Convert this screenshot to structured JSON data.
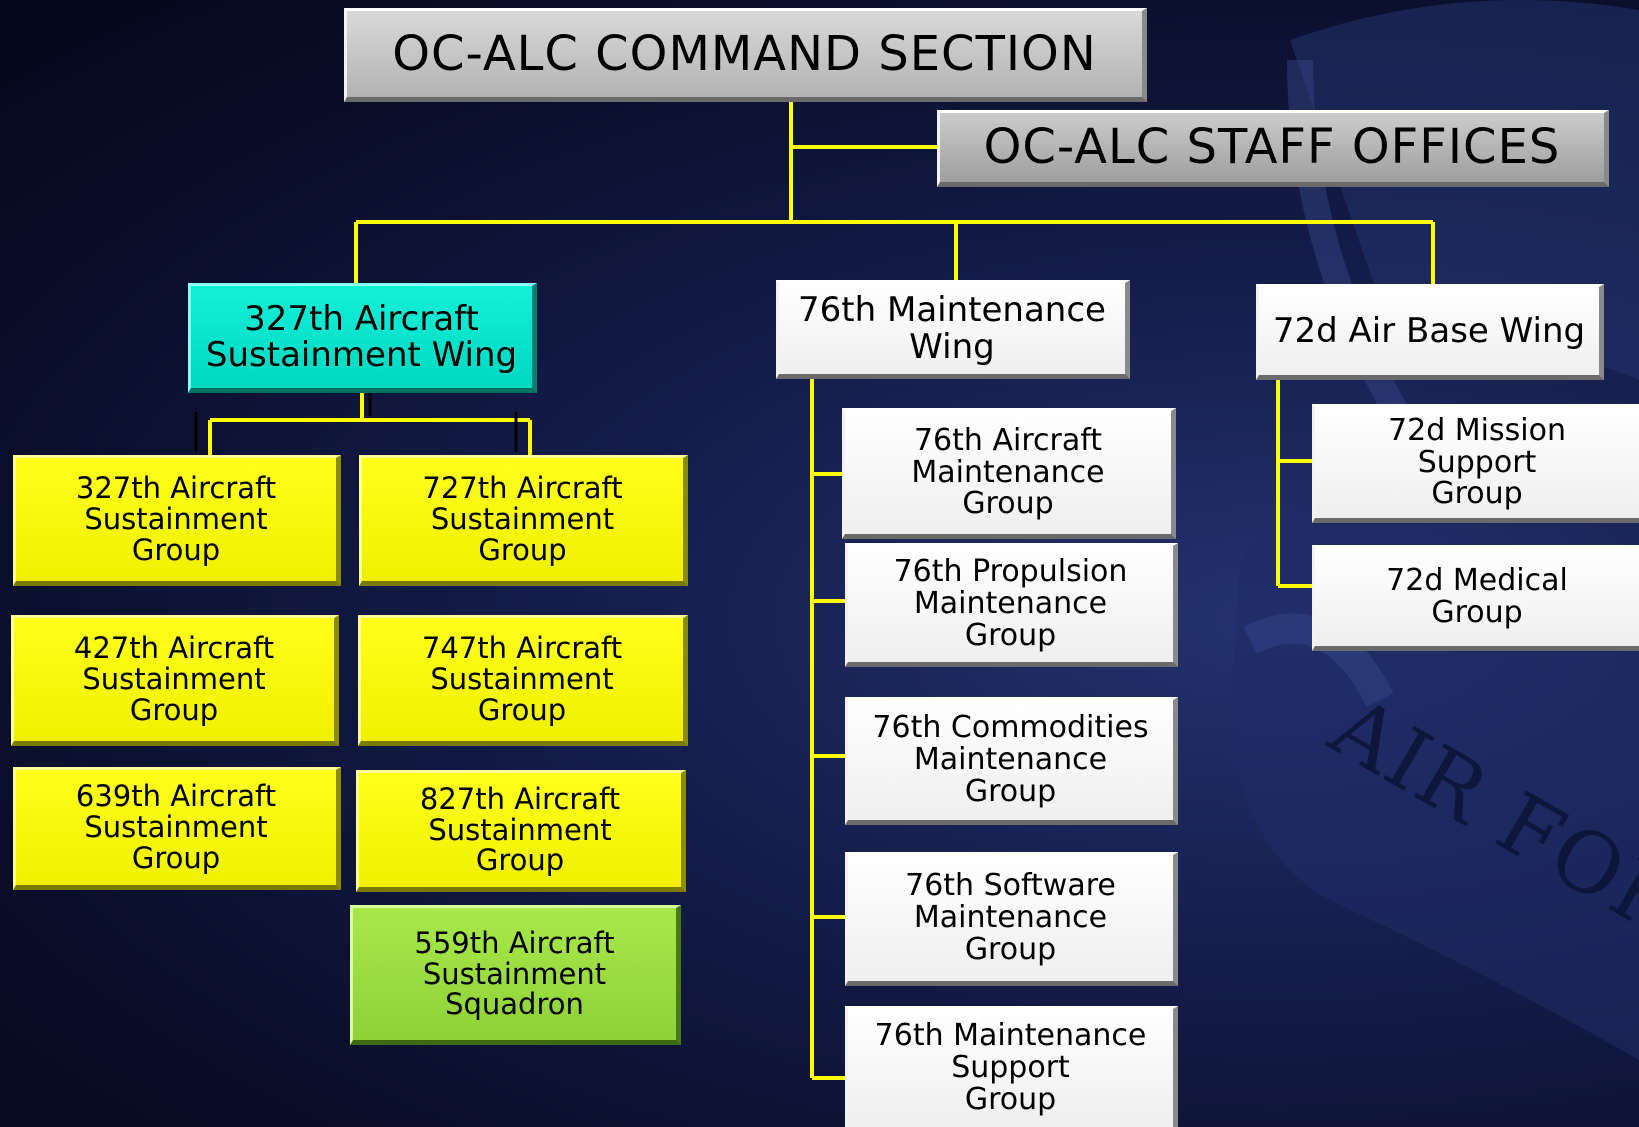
{
  "command": {
    "label": "OC-ALC COMMAND SECTION"
  },
  "staff": {
    "label": "OC-ALC STAFF OFFICES"
  },
  "wing327": {
    "label": "327th Aircraft Sustainment Wing",
    "lines": [
      "327th Aircraft",
      "Sustainment Wing"
    ],
    "color": "#00e0c8",
    "groups": [
      {
        "lines": [
          "327th Aircraft",
          "Sustainment",
          "Group"
        ]
      },
      {
        "lines": [
          "727th Aircraft",
          "Sustainment",
          "Group"
        ]
      },
      {
        "lines": [
          "427th Aircraft",
          "Sustainment",
          "Group"
        ]
      },
      {
        "lines": [
          "747th Aircraft",
          "Sustainment",
          "Group"
        ]
      },
      {
        "lines": [
          "639th Aircraft",
          "Sustainment",
          "Group"
        ]
      },
      {
        "lines": [
          "827th Aircraft",
          "Sustainment",
          "Group"
        ]
      },
      {
        "lines": [
          "559th Aircraft",
          "Sustainment",
          "Squadron"
        ]
      }
    ]
  },
  "wing76": {
    "label": "76th Maintenance Wing",
    "lines": [
      "76th Maintenance",
      "Wing"
    ],
    "groups": [
      {
        "lines": [
          "76th Aircraft",
          "Maintenance",
          "Group"
        ]
      },
      {
        "lines": [
          "76th Propulsion",
          "Maintenance",
          "Group"
        ]
      },
      {
        "lines": [
          "76th Commodities",
          "Maintenance",
          "Group"
        ]
      },
      {
        "lines": [
          "76th Software",
          "Maintenance",
          "Group"
        ]
      },
      {
        "lines": [
          "76th Maintenance",
          "Support",
          "Group"
        ]
      }
    ]
  },
  "wing72": {
    "label": "72d Air Base Wing",
    "lines": [
      "72d Air Base Wing"
    ],
    "groups": [
      {
        "lines": [
          "72d Mission",
          "Support",
          "Group"
        ]
      },
      {
        "lines": [
          "72d Medical",
          "Group"
        ]
      }
    ]
  },
  "watermark": {
    "text": "AIR FORCE M"
  },
  "colors": {
    "connector": "#ffff00",
    "yellow_box": "#ffff00",
    "cyan_box": "#00e0c8",
    "green_box": "#9ad83e",
    "gray_box": "#c0c0c0",
    "white_box": "#ffffff",
    "background": "#10163d"
  }
}
